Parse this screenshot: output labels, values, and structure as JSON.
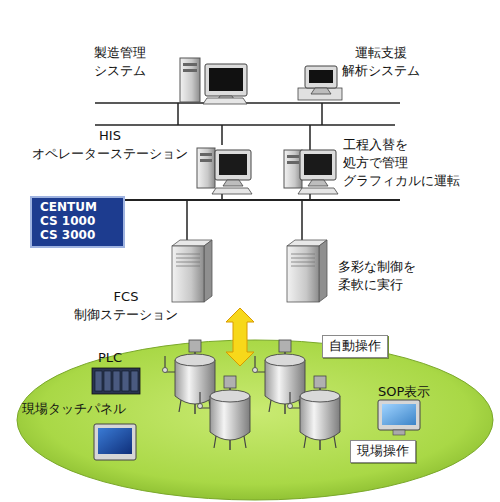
{
  "diagram": {
    "nodes": [
      {
        "text": [
          "CENTUM CS 1000 CS 3000"
        ]
      },
      {
        "text": [
          "自動操作"
        ]
      },
      {
        "text": [
          "現場操作"
        ]
      }
    ],
    "labels": [
      "製造管理 システム",
      "運転支援 解析システム",
      "HIS オペレーターステーション",
      "工程入替を 処方で管理 グラフィカルに運転",
      "多彩な制御を 柔軟に実行",
      "FCS 制御ステーション",
      "PLC",
      "現場タッチパネル",
      "SOP表示"
    ]
  }
}
